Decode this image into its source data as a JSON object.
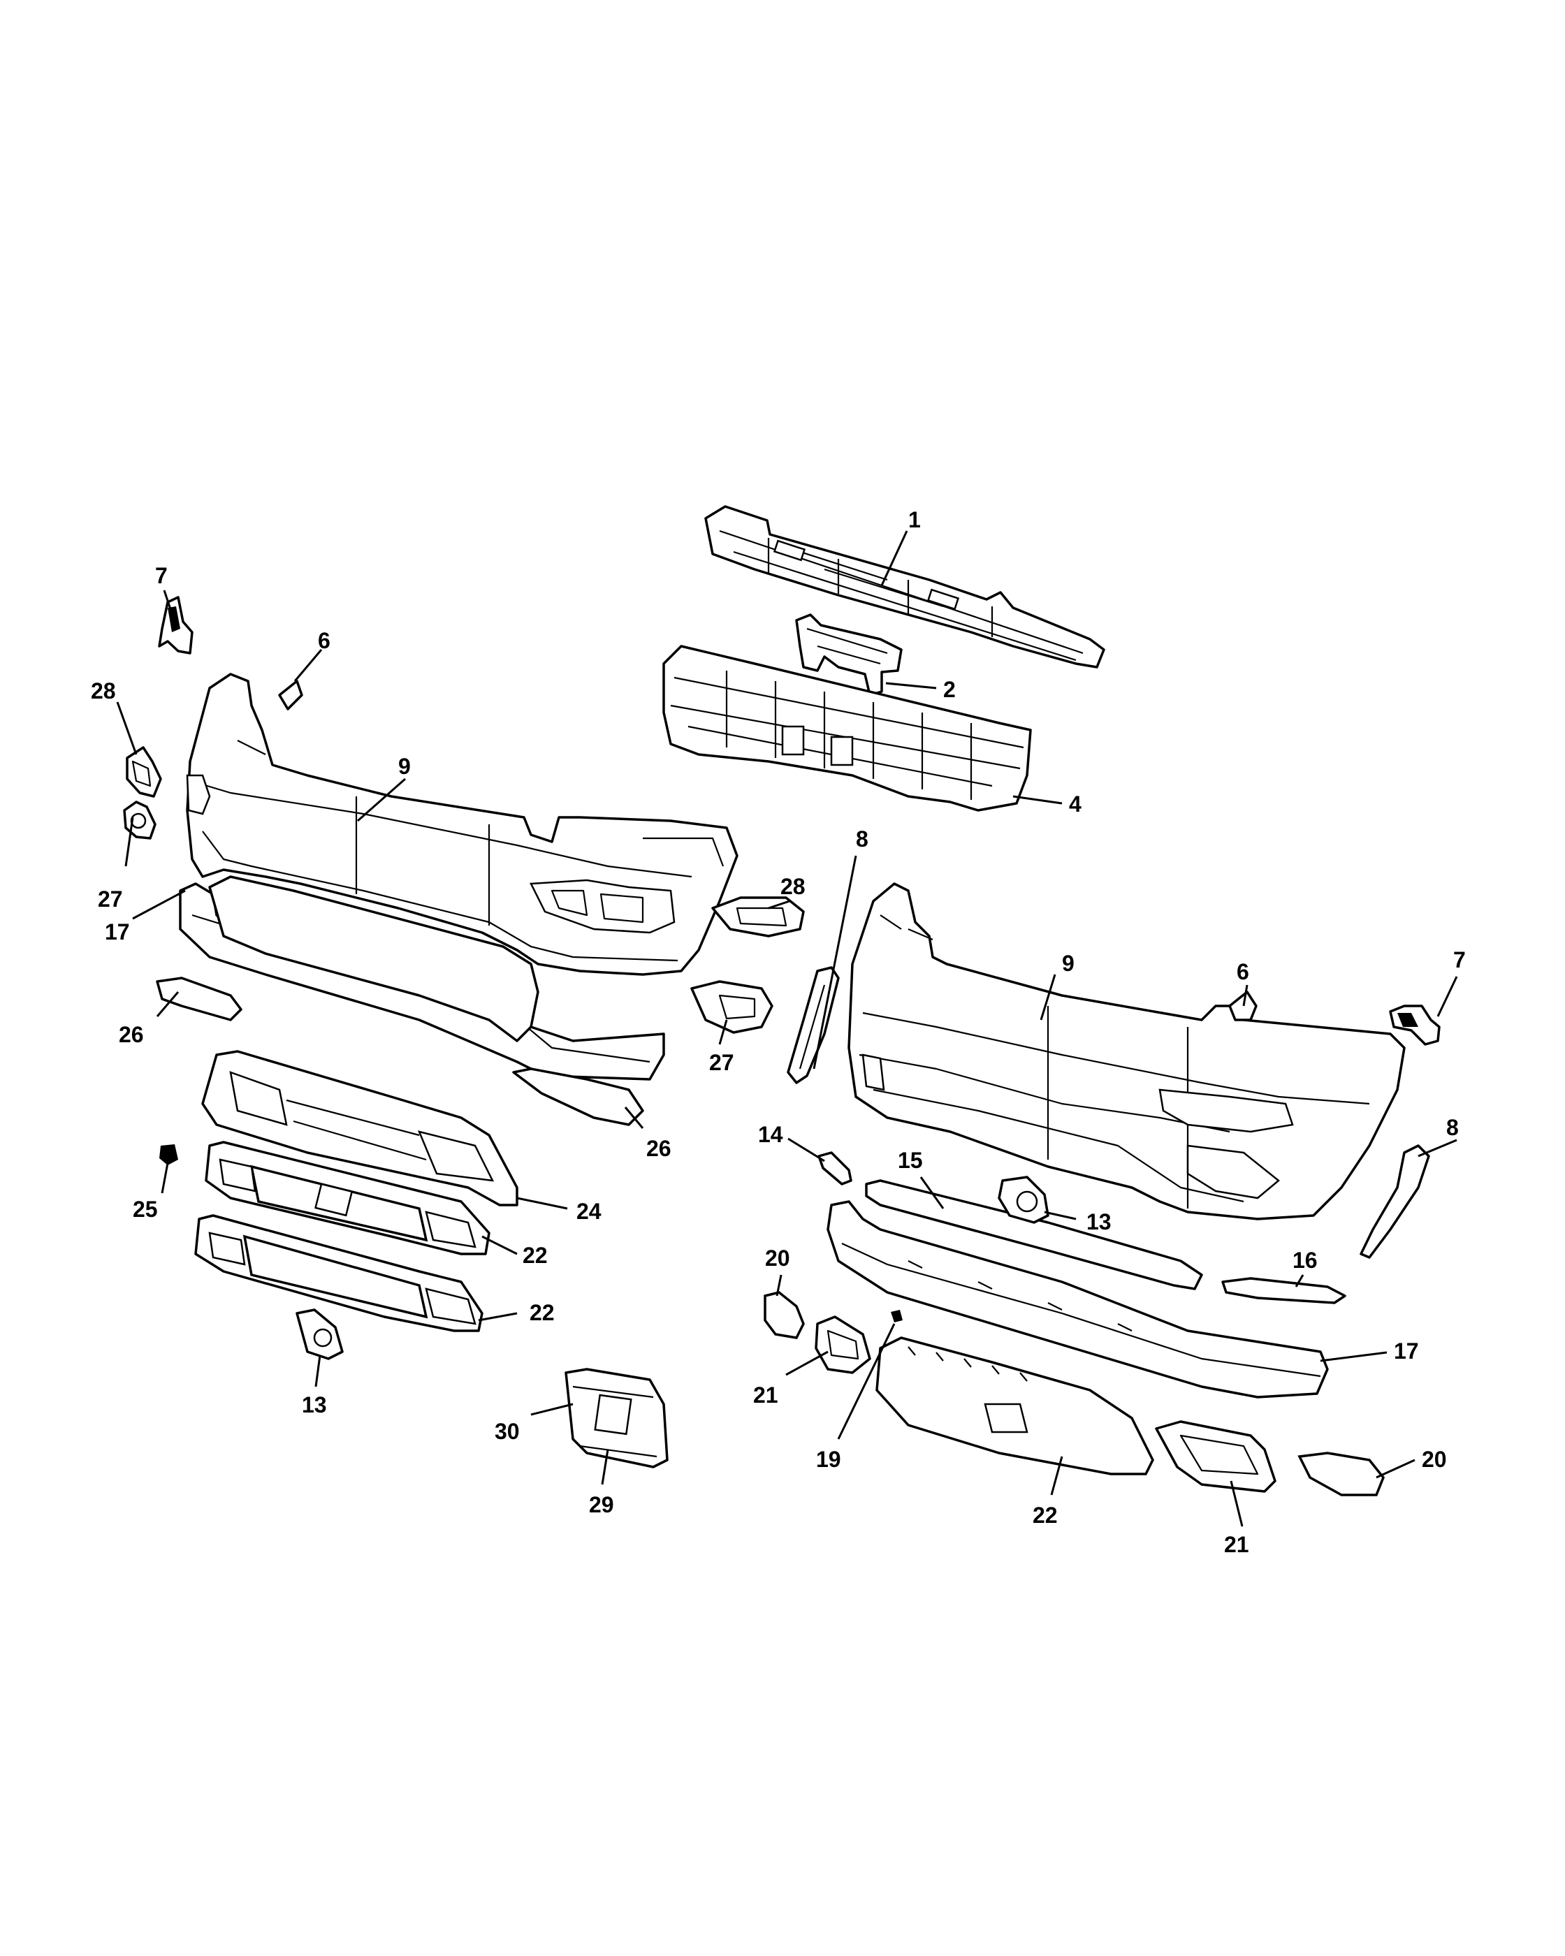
{
  "callouts": [
    "1",
    "2",
    "4",
    "6",
    "7",
    "8",
    "9",
    "13",
    "14",
    "15",
    "16",
    "17",
    "19",
    "20",
    "21",
    "22",
    "24",
    "25",
    "26",
    "27",
    "28",
    "29",
    "30"
  ]
}
